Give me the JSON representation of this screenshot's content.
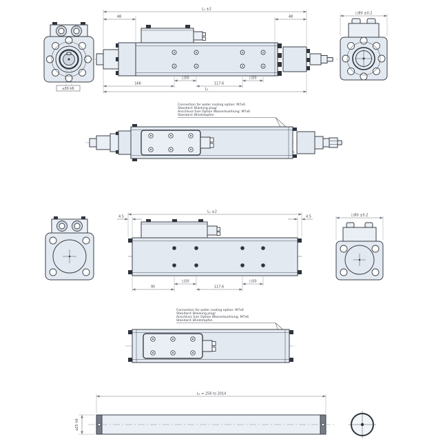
{
  "annotation_cooling": {
    "line1": "Connection for water cooling option: M7x6",
    "line2": "Standard: Blanking plug/",
    "line3": "Anschluss fuer Option Wasserkuehlung: M7x6",
    "line4": "Standard: Blindstopfen"
  },
  "dims": {
    "d48": "48",
    "l1": "L₁ ±2",
    "sq80": "□80 ±0.2",
    "d166": "166",
    "sq50": "□50",
    "d117_6": "117.6",
    "l2_ref": "L₂",
    "shaft_label": "⌀30 k6",
    "d95": "95",
    "d4_5": "4.5",
    "l2_range": "L₂ = 256 to 2014",
    "rod_dia": "⌀25 h6"
  },
  "colors": {
    "line": "#3a3f48",
    "body_fill": "#e3e9f0",
    "light_fill": "#eaeff5",
    "dim_line": "#70757e",
    "background": "#ffffff"
  }
}
